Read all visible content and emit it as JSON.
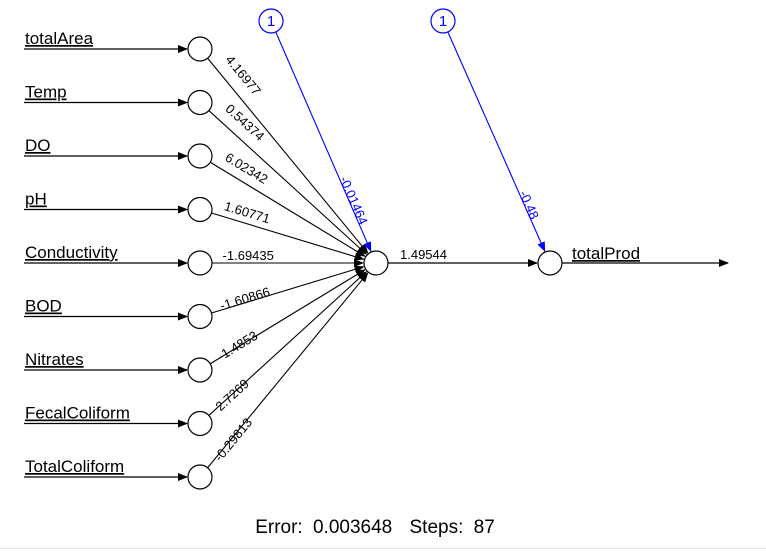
{
  "colors": {
    "edge": "#000000",
    "bias": "#0000ff",
    "node_fill": "#ffffff",
    "node_stroke": "#000000"
  },
  "network": {
    "inputs": [
      {
        "label": "totalArea",
        "weight": "4.16977"
      },
      {
        "label": "Temp",
        "weight": "0.54374"
      },
      {
        "label": "DO",
        "weight": "6.02342"
      },
      {
        "label": "pH",
        "weight": "1.60771"
      },
      {
        "label": "Conductivity",
        "weight": "-1.69435"
      },
      {
        "label": "BOD",
        "weight": "-1.60866"
      },
      {
        "label": "Nitrates",
        "weight": "-1.4853"
      },
      {
        "label": "FecalColiform",
        "weight": "2.7269"
      },
      {
        "label": "TotalColiform",
        "weight": "-0.29813"
      }
    ],
    "hidden_bias": {
      "label": "1",
      "weight": "-0.01464"
    },
    "output_bias": {
      "label": "1",
      "weight": "-0.48"
    },
    "hidden_to_output_weight": "1.49544",
    "output": {
      "label": "totalProd"
    }
  },
  "footer": {
    "error_label": "Error:",
    "error_value": "0.003648",
    "steps_label": "Steps:",
    "steps_value": "87"
  }
}
